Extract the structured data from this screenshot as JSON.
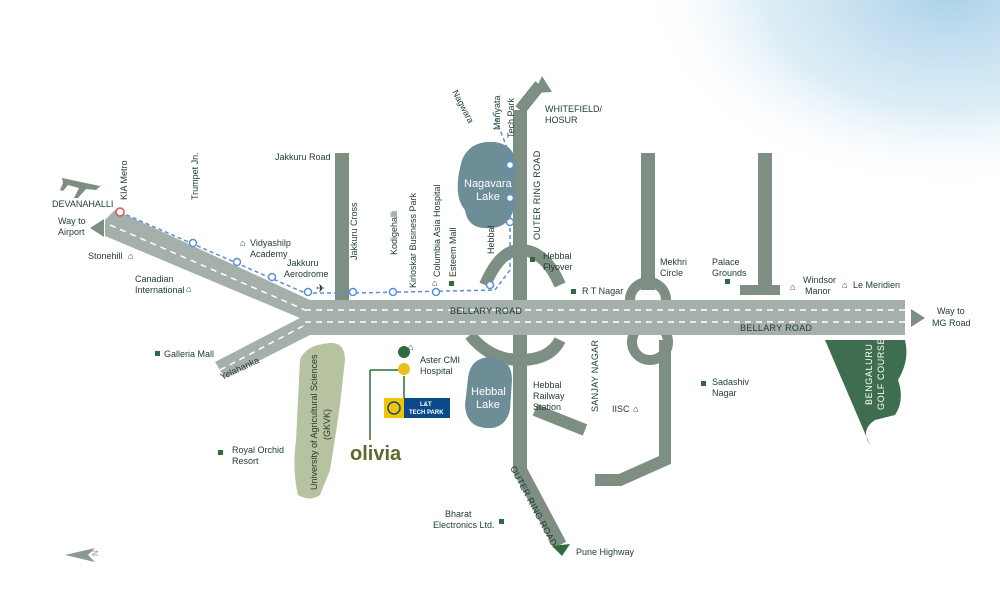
{
  "colors": {
    "road": "#7d8e83",
    "highway": "#a6b0ab",
    "lake": "#6d8d97",
    "metro_dot": "#5a8fd3",
    "text": "#1f3a2e",
    "gkvk": "#b7c3a0",
    "golf": "#3e6e4f",
    "olivia": "#5c6a2b",
    "sky": "#a9cfe8",
    "lt_blue": "#0b4a8a",
    "lt_yellow": "#f5c400",
    "marker_green": "#2f6b3c",
    "marker_yellow": "#e8c21a"
  },
  "roads": {
    "bellary_road_1": "BELLARY ROAD",
    "bellary_road_2": "BELLARY ROAD",
    "outer_ring_road_north": "OUTER RING ROAD",
    "outer_ring_road_south": "OUTER RING ROAD",
    "sanjay_nagar": "SANJAY NAGAR",
    "yelahanka": "Yelahanka",
    "jakkuru_road": "Jakkuru Road"
  },
  "directions": {
    "way_to_airport_1": "Way to",
    "way_to_airport_2": "Airport",
    "way_to_mg_1": "Way to",
    "way_to_mg_2": "MG Road",
    "whitefield_1": "WHITEFIELD/",
    "whitefield_2": "HOSUR",
    "pune": "Pune Highway",
    "devanahalli": "DEVANAHALLI"
  },
  "lakes": {
    "nagavara_1": "Nagavara",
    "nagavara_2": "Lake",
    "hebbal_1": "Hebbal",
    "hebbal_2": "Lake"
  },
  "metro_stations": {
    "kia_metro": "KIA Metro",
    "trumpet": "Trumpet Jn.",
    "jakkuru_cross": "Jakkuru Cross",
    "kodigehalli": "Kodigehalli",
    "kirloskar": "Kirloskar Business Park",
    "columbia": "Columbia Asia Hospital",
    "esteem": "Esteem Mall",
    "hebbal": "Hebbal",
    "nagwara": "Nagwara",
    "manyata_1": "Manyata",
    "manyata_2": "Tech Park"
  },
  "landmarks": {
    "stonehill": "Stonehill",
    "canadian_1": "Canadian",
    "canadian_2": "International",
    "vidyashilp_1": "Vidyashilp",
    "vidyashilp_2": "Academy",
    "aerodrome_1": "Jakkuru",
    "aerodrome_2": "Aerodrome",
    "hebbal_flyover_1": "Hebbal",
    "hebbal_flyover_2": "Flyover",
    "rt_nagar": "R T Nagar",
    "mekhri_1": "Mekhri",
    "mekhri_2": "Circle",
    "palace_1": "Palace",
    "palace_2": "Grounds",
    "windsor_1": "Windsor",
    "windsor_2": "Manor",
    "le_meridien": "Le Meridien",
    "galleria": "Galleria Mall",
    "aster_1": "Aster CMI",
    "aster_2": "Hospital",
    "hebbal_station_1": "Hebbal",
    "hebbal_station_2": "Railway",
    "hebbal_station_3": "Station",
    "iisc": "IISC",
    "sadashiv_1": "Sadashiv",
    "sadashiv_2": "Nagar",
    "royal_orchid_1": "Royal Orchid",
    "royal_orchid_2": "Resort",
    "bharat_1": "Bharat",
    "bharat_2": "Electronics Ltd.",
    "gkvk_1": "University of Agricultural Sciences",
    "gkvk_2": "(GKVK)",
    "golf_1": "BENGALURU",
    "golf_2": "GOLF COURSE"
  },
  "brand": {
    "olivia": "olivia",
    "lt_1": "L&T",
    "lt_2": "TECH PARK"
  },
  "compass": {
    "north": "N"
  }
}
